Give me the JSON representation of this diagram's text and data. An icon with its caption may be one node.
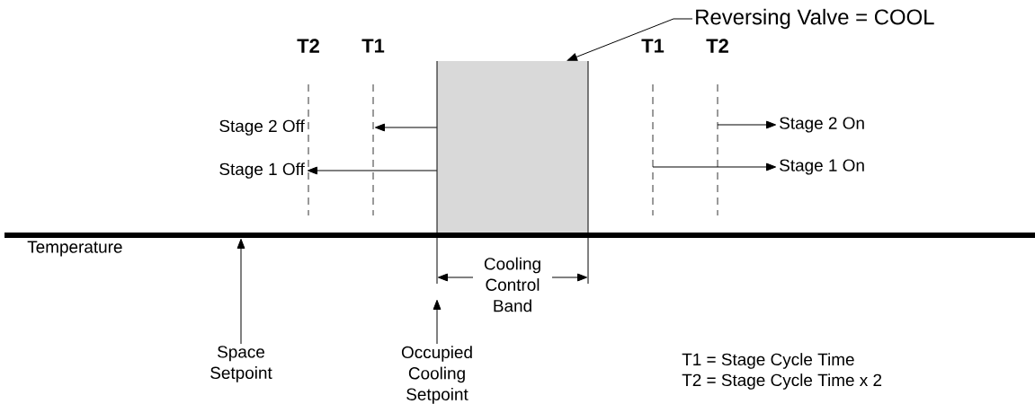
{
  "diagram": {
    "nodes": [
      {
        "text": [],
        "shape": "box"
      },
      {
        "text": [
          "Reversing Valve = COOL"
        ]
      },
      {
        "text": [
          "Stage 2 Off"
        ]
      },
      {
        "text": [
          "Stage 1 Off"
        ]
      },
      {
        "text": [
          "Stage 2 On"
        ]
      },
      {
        "text": [
          "Stage 1 On"
        ]
      },
      {
        "text": [
          "Space Setpoint"
        ]
      },
      {
        "text": [
          "Occupied Cooling Setpoint"
        ]
      }
    ],
    "edges": [
      {
        "from": 1,
        "to": 0,
        "arrow": "to"
      },
      {
        "from": 0,
        "to": null,
        "arrow": "to"
      },
      {
        "from": 0,
        "to": 3,
        "arrow": "to"
      },
      {
        "from": null,
        "to": 4,
        "arrow": "to"
      },
      {
        "from": null,
        "to": 5,
        "arrow": "to"
      },
      {
        "from": 6,
        "to": null,
        "arrow": "to"
      },
      {
        "from": 7,
        "to": null,
        "arrow": "to"
      }
    ],
    "labels": [
      "T2",
      "T1",
      "T1",
      "T2",
      "Temperature",
      "Cooling Control Band",
      "T1 = Stage Cycle Time",
      "T2 = Stage Cycle Time x 2"
    ]
  }
}
